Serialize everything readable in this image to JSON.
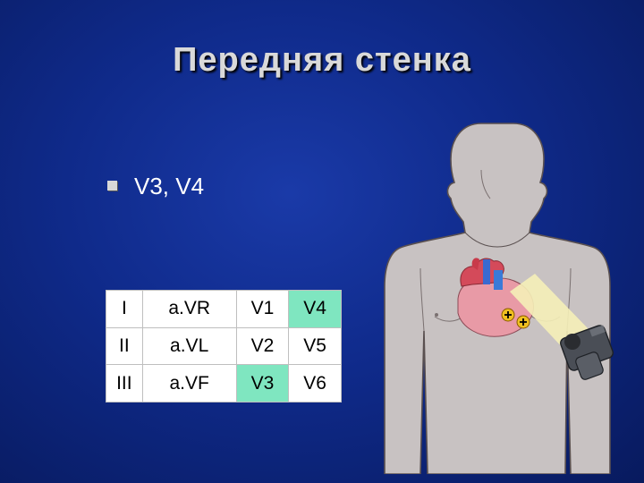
{
  "title": "Передняя стенка",
  "bullet": {
    "text": "V3, V4"
  },
  "leads_table": {
    "rows": [
      [
        "I",
        "a.VR",
        "V1",
        "V4"
      ],
      [
        "II",
        "a.VL",
        "V2",
        "V5"
      ],
      [
        "III",
        "a.VF",
        "V3",
        "V6"
      ]
    ],
    "highlighted_cells": [
      "V4",
      "V3"
    ],
    "highlight_color": "#7fe6c0"
  },
  "illustration": {
    "elements": [
      "torso",
      "heart",
      "camera",
      "electrode-plus-icon",
      "electrode-plus-icon"
    ]
  }
}
